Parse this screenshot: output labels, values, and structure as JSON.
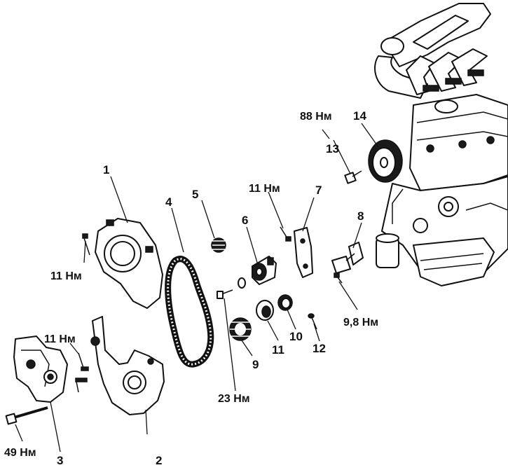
{
  "labels": {
    "p1": "1",
    "p2": "2",
    "p3": "3",
    "p4": "4",
    "p5": "5",
    "p6": "6",
    "p7": "7",
    "p8": "8",
    "p9": "9",
    "p10": "10",
    "p11a": "11",
    "p12": "12",
    "p13": "13",
    "p14": "14",
    "t_11_cover": "11 Нм",
    "t_11_bracket": "11 Нм",
    "t_11_plate": "11 Нм",
    "t_49": "49 Нм",
    "t_23": "23 Нм",
    "t_88": "88 Нм",
    "t_98": "9,8 Нм"
  },
  "icons": {
    "engine": "engine-block-icon",
    "belt": "timing-belt-icon",
    "cover_upper": "upper-timing-cover-icon",
    "cover_lower": "lower-timing-cover-icon",
    "mount_bracket": "engine-mount-bracket-icon",
    "spring": "tensioner-spring-icon",
    "tensioner": "tensioner-pulley-icon",
    "idler": "idler-pulley-icon",
    "cam_sprocket": "camshaft-sprocket-icon",
    "bolt": "bolt-icon"
  }
}
